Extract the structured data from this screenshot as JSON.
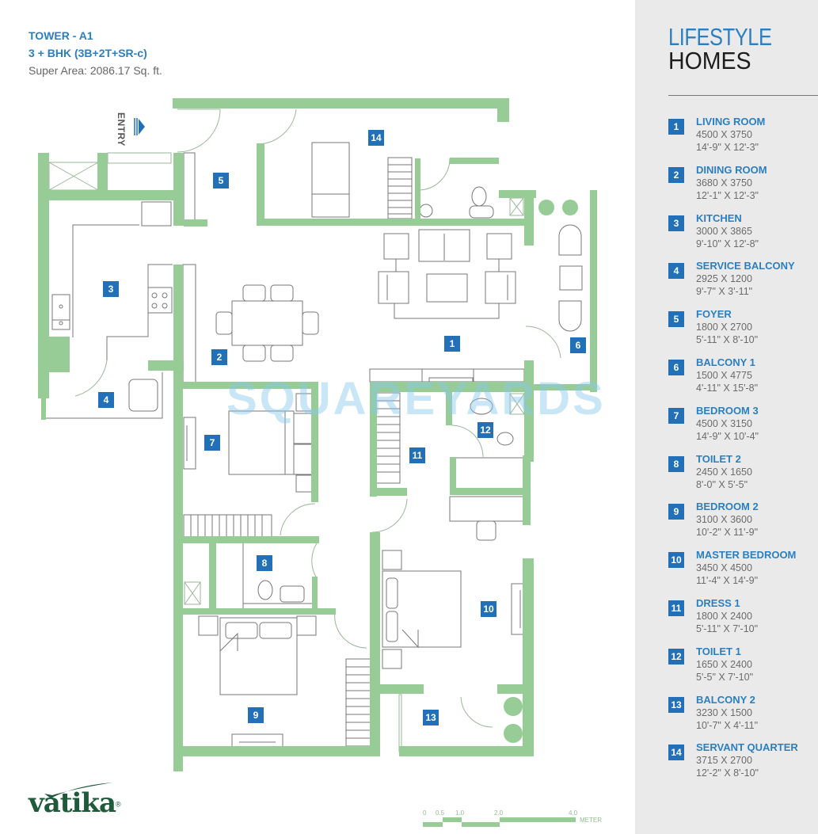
{
  "header": {
    "tower": "TOWER - A1",
    "configuration": "3 + BHK (3B+2T+SR-c)",
    "super_area": "Super Area: 2086.17 Sq. ft."
  },
  "brand": {
    "line1": "LIFESTYLE",
    "line2": "HOMES"
  },
  "developer_logo": {
    "text": "vatika",
    "mark": "®"
  },
  "watermark": "SQUAREYARDS",
  "entry_label": "ENTRY",
  "colors": {
    "wall": "#97cc97",
    "accent_blue": "#2271b8",
    "heading_blue": "#2a7fc1",
    "sidebar_bg": "#ebeaeb",
    "furniture_line": "#777777"
  },
  "scale_bar": {
    "ticks": [
      "0",
      "0.5",
      "1.0",
      "2.0",
      "4.0"
    ],
    "unit": "METER"
  },
  "rooms": [
    {
      "no": "1",
      "name": "LIVING ROOM",
      "mm": "4500 X 3750",
      "ft": "14'-9\" X 12'-3\""
    },
    {
      "no": "2",
      "name": "DINING ROOM",
      "mm": "3680 X 3750",
      "ft": "12'-1\" X 12'-3\""
    },
    {
      "no": "3",
      "name": "KITCHEN",
      "mm": "3000 X 3865",
      "ft": "9'-10\" X 12'-8\""
    },
    {
      "no": "4",
      "name": "SERVICE BALCONY",
      "mm": "2925 X 1200",
      "ft": "9'-7\" X 3'-11\""
    },
    {
      "no": "5",
      "name": "FOYER",
      "mm": "1800 X 2700",
      "ft": "5'-11\" X 8'-10\""
    },
    {
      "no": "6",
      "name": "BALCONY 1",
      "mm": "1500 X 4775",
      "ft": "4'-11\" X 15'-8\""
    },
    {
      "no": "7",
      "name": "BEDROOM 3",
      "mm": "4500 X 3150",
      "ft": "14'-9\" X 10'-4\""
    },
    {
      "no": "8",
      "name": "TOILET 2",
      "mm": "2450 X 1650",
      "ft": "8'-0\" X 5'-5\""
    },
    {
      "no": "9",
      "name": "BEDROOM 2",
      "mm": "3100 X 3600",
      "ft": "10'-2\" X 11'-9\""
    },
    {
      "no": "10",
      "name": "MASTER BEDROOM",
      "mm": "3450 X 4500",
      "ft": "11'-4\" X 14'-9\""
    },
    {
      "no": "11",
      "name": "DRESS 1",
      "mm": "1800 X 2400",
      "ft": "5'-11\" X 7'-10\""
    },
    {
      "no": "12",
      "name": "TOILET 1",
      "mm": "1650 X 2400",
      "ft": "5'-5\" X 7'-10\""
    },
    {
      "no": "13",
      "name": "BALCONY 2",
      "mm": "3230 X 1500",
      "ft": "10'-7\" X 4'-11\""
    },
    {
      "no": "14",
      "name": "SERVANT QUARTER",
      "mm": "3715 X 2700",
      "ft": "12'-2\" X 8'-10\""
    }
  ]
}
